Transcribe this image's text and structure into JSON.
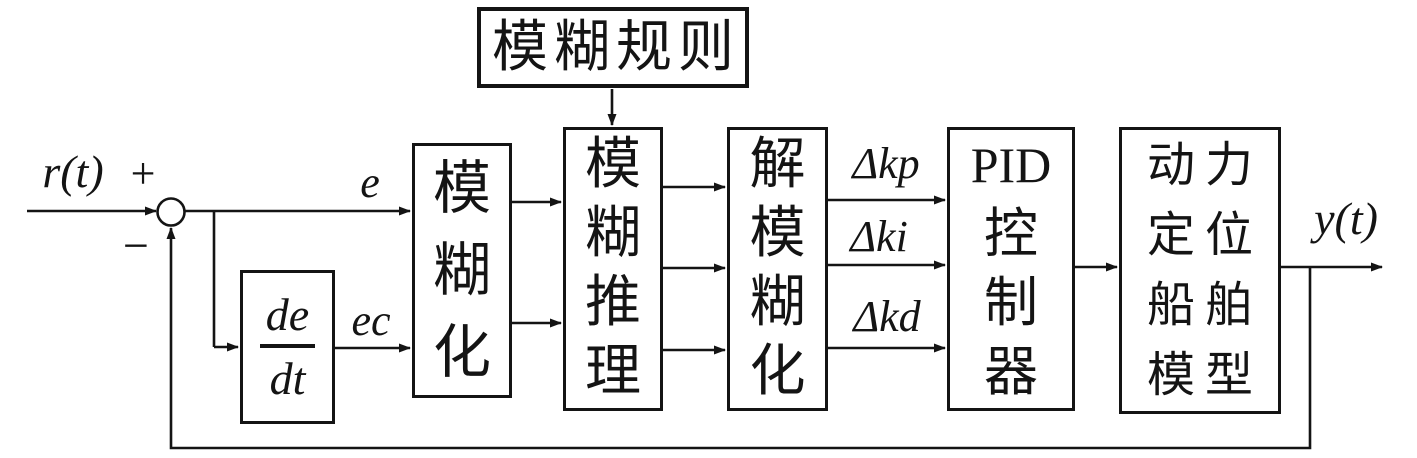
{
  "diagram": {
    "background": "#ffffff",
    "line_color": "#141414",
    "signals": {
      "input_label": "r(t)",
      "plus_sign": "+",
      "minus_sign": "−",
      "error_label": "e",
      "error_change_label": "ec",
      "derivative_numerator": "de",
      "derivative_denominator": "dt",
      "delta_kp_label": "Δkp",
      "delta_ki_label": "Δki",
      "delta_kd_label": "Δkd",
      "output_label": "y(t)"
    },
    "blocks": {
      "fuzzy_rules": {
        "label": "模糊规则"
      },
      "fuzzification": {
        "lines": [
          "模",
          "糊",
          "化"
        ]
      },
      "fuzzy_inference": {
        "lines": [
          "模",
          "糊",
          "推",
          "理"
        ]
      },
      "defuzzification": {
        "lines": [
          "解",
          "模",
          "糊",
          "化"
        ]
      },
      "pid_controller": {
        "lines": [
          "PID",
          "控",
          "制",
          "器"
        ]
      },
      "ship_model": {
        "lines": [
          "动力",
          "定位",
          "船舶",
          "模型"
        ]
      }
    }
  }
}
